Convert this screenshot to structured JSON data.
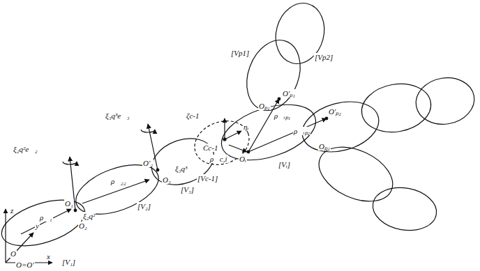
{
  "diagram": {
    "labels": [
      "z",
      "y",
      "x",
      "O",
      "O=O'",
      "[V₁]",
      "ρ⃗₁",
      "O₁",
      "O₂",
      "ξ₂q²e⃗₂",
      "ρ⃗₂₂",
      "O'₂",
      "O₃",
      "ξ₂q²",
      "[V₂]",
      "ξ₃q³e⃗₃",
      "ξ₃q³",
      "[V₃]",
      "ζc-1",
      "Cc-1",
      "ρ⃗c,i",
      "ηᵢ",
      "Oᵢ",
      "[Vc-1]",
      "[Vᵢ]",
      "[Vp1]",
      "[Vp2]",
      "Oₚ₁",
      "O'ₚ₁",
      "ρ⃗ᵢₚ₁",
      "ρ⃗ᵢₚ₂",
      "O'ₚ₂",
      "Oₚ₂"
    ]
  }
}
